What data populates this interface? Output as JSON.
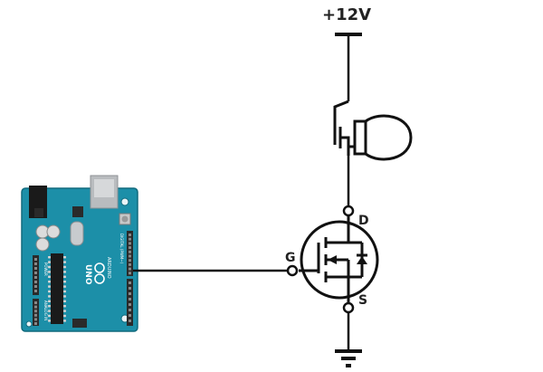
{
  "circuit": {
    "supply_label": "+12V",
    "drain_label": "D",
    "gate_label": "G",
    "source_label": "S"
  },
  "board": {
    "logo_text": "UNO",
    "brand_text": "ARDUINO",
    "power_header_label": "POWER",
    "analog_header_label": "ANALOG IN",
    "digital_header_label": "DIGITAL (PWM~)"
  },
  "colors": {
    "board": "#1c8fa8",
    "board_dark": "#116a7d",
    "wire": "#111111",
    "supply_text": "#1a1a1a"
  }
}
